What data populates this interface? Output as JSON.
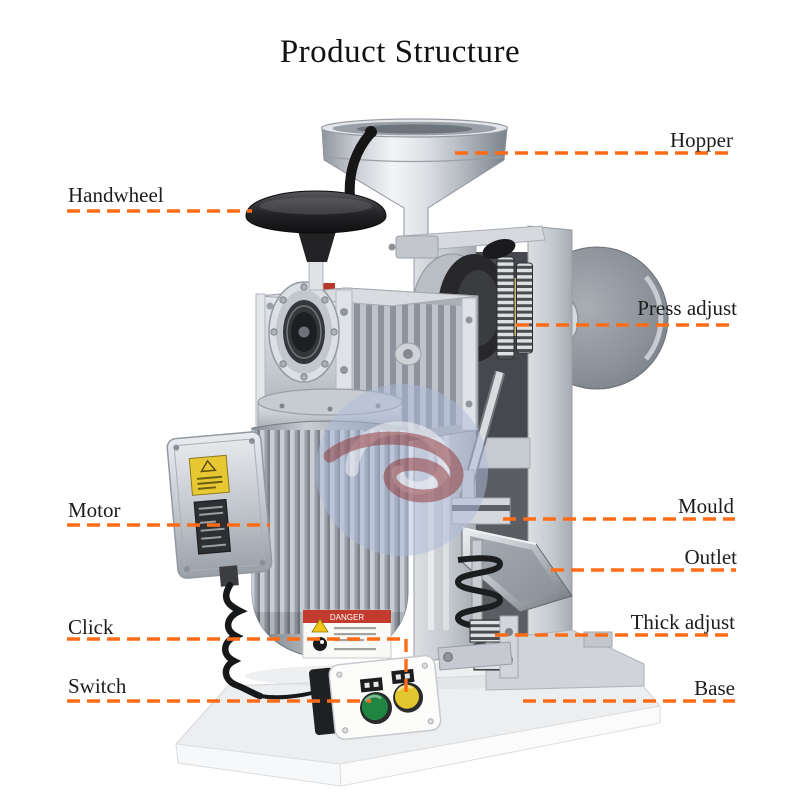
{
  "title": "Product Structure",
  "colors": {
    "accent": "#ff6c17",
    "green_button": "#1f8540",
    "yellow_button": "#e3c62e"
  },
  "labels": {
    "handwheel": "Handwheel",
    "hopper": "Hopper",
    "press_adjust": "Press adjust",
    "motor": "Motor",
    "mould": "Mould",
    "outlet": "Outlet",
    "click": "Click",
    "thick_adjust": "Thick adjust",
    "switch": "Switch",
    "base": "Base"
  },
  "machine": {
    "danger_label": "DANGER"
  }
}
